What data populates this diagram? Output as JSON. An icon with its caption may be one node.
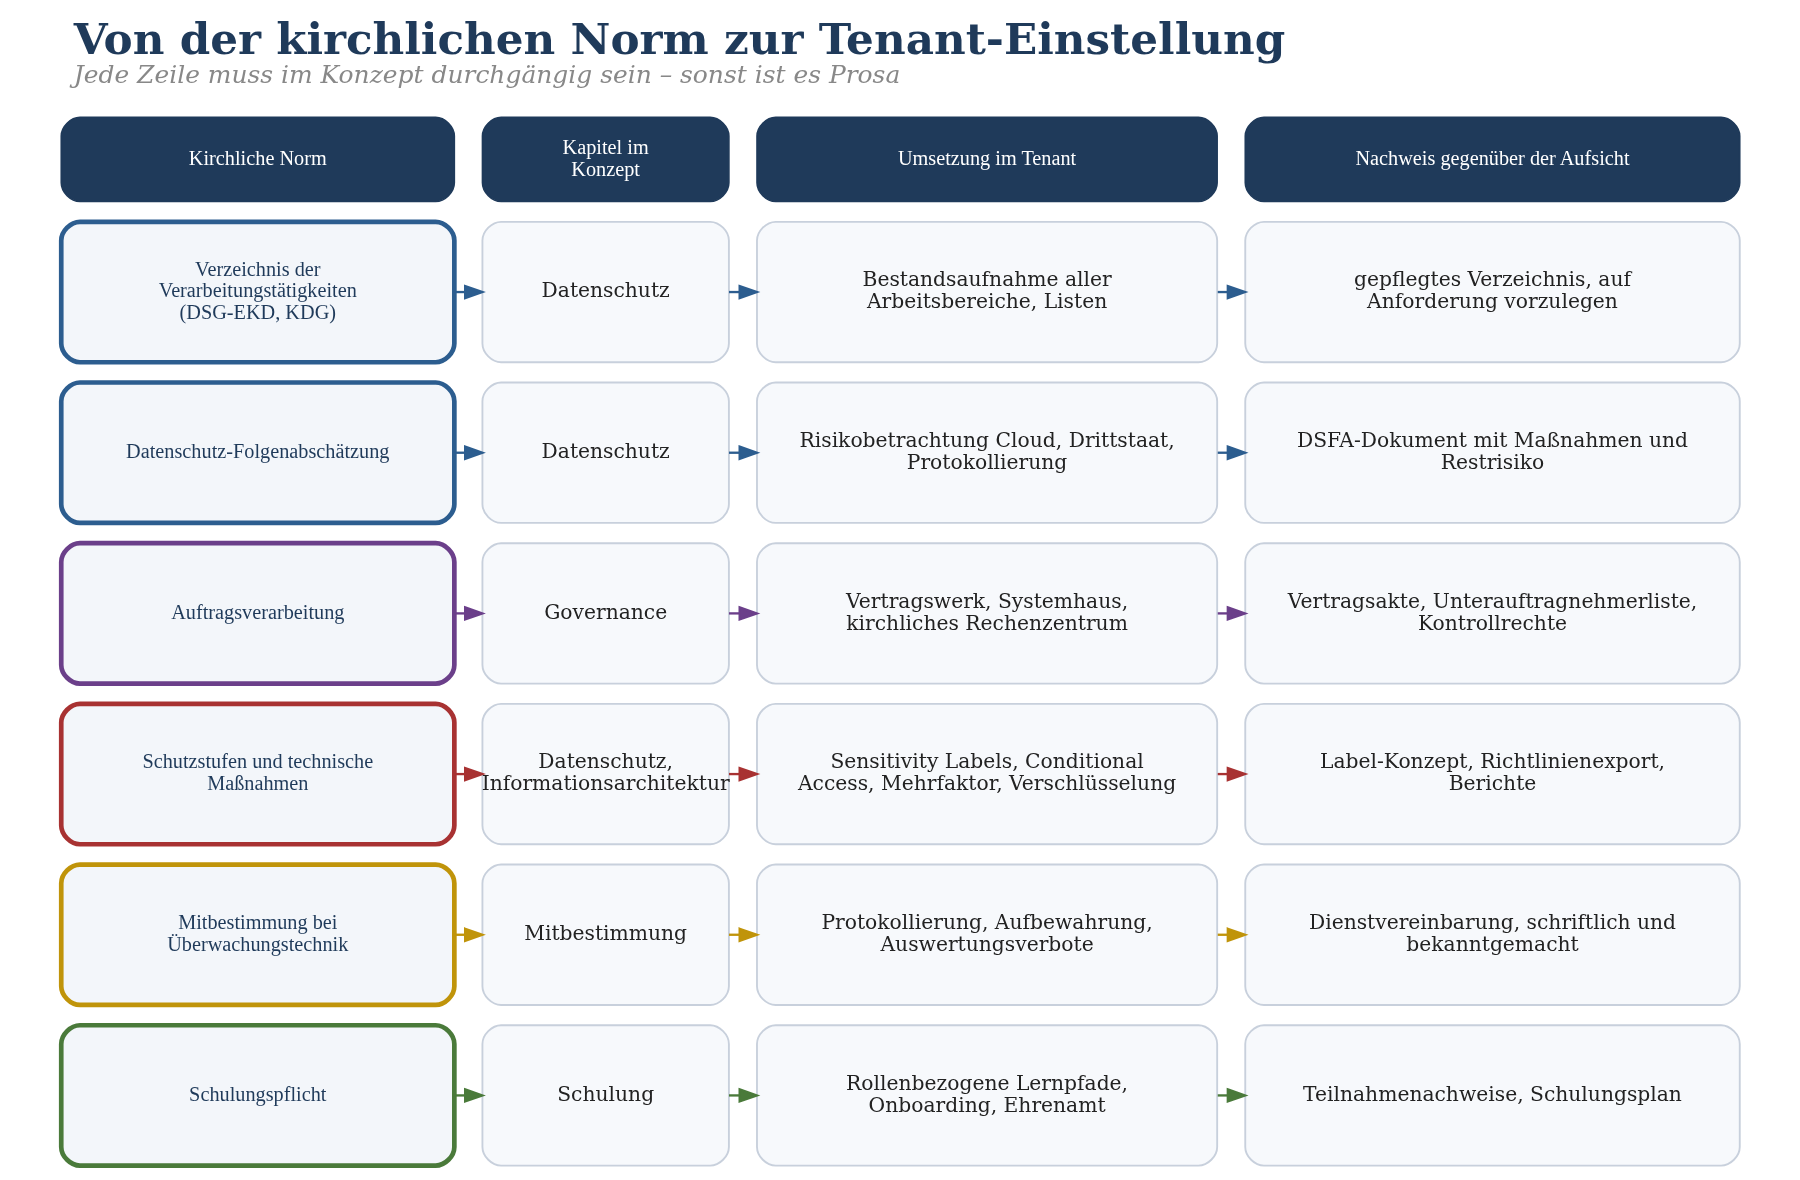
{
  "diagram": {
    "title": "Von der kirchlichen Norm zur Tenant-Einstellung",
    "caption": "Jede Zeile muss im Konzept durchgängig sein – sonst ist es Prosa",
    "nodes": [
      {
        "text": [
          "Kirchliche Norm"
        ]
      },
      {
        "text": [
          "Kapitel im Konzept"
        ]
      },
      {
        "text": [
          "Umsetzung im Tenant"
        ]
      },
      {
        "text": [
          "Nachweis gegenüber der Aufsicht"
        ]
      },
      {
        "text": [
          "Verzeichnis der Verarbeitungstätigkeiten (DSG-EKD, KDG)"
        ]
      },
      {
        "text": [
          "Datenschutz"
        ]
      },
      {
        "text": [
          "Bestandsaufnahme aller Arbeitsbereiche, Listen"
        ]
      },
      {
        "text": [
          "gepflegtes Verzeichnis, auf Anforderung vorzulegen"
        ]
      },
      {
        "text": [
          "Datenschutz-Folgenabschätzung"
        ]
      },
      {
        "text": [
          "Datenschutz"
        ]
      },
      {
        "text": [
          "Risikobetrachtung Cloud, Drittstaat, Protokollierung"
        ]
      },
      {
        "text": [
          "DSFA-Dokument mit Maßnahmen und Restrisiko"
        ]
      },
      {
        "text": [
          "Auftragsverarbeitung"
        ]
      },
      {
        "text": [
          "Governance"
        ]
      },
      {
        "text": [
          "Vertragswerk, Systemhaus, kirchliches Rechenzentrum"
        ]
      },
      {
        "text": [
          "Vertragsakte, Unterauftragnehmerliste, Kontrollrechte"
        ]
      },
      {
        "text": [
          "Schutzstufen und technische Maßnahmen"
        ]
      },
      {
        "text": [
          "Datenschutz, Informationsarchitektur"
        ]
      },
      {
        "text": [
          "Sensitivity Labels, Conditional Access, Mehrfaktor, Verschlüsselung"
        ]
      },
      {
        "text": [
          "Label-Konzept, Richtlinienexport, Berichte"
        ]
      },
      {
        "text": [
          "Mitbestimmung bei Überwachungstechnik"
        ]
      },
      {
        "text": [
          "Mitbestimmung"
        ]
      },
      {
        "text": [
          "Protokollierung, Aufbewahrung, Auswertungsverbote"
        ]
      },
      {
        "text": [
          "Dienstvereinbarung, schriftlich und bekanntgemacht"
        ]
      },
      {
        "text": [
          "Schulungspflicht"
        ]
      },
      {
        "text": [
          "Schulung"
        ]
      },
      {
        "text": [
          "Rollenbezogene Lernpfade, Onboarding, Ehrenamt"
        ]
      },
      {
        "text": [
          "Teilnahmenachweise, Schulungsplan"
        ]
      }
    ],
    "edges": [
      {
        "from": 4,
        "to": 5,
        "arrow": "to",
        "color": "#2c5d8f"
      },
      {
        "from": 5,
        "to": 6,
        "arrow": "to",
        "color": "#2c5d8f"
      },
      {
        "from": 6,
        "to": 7,
        "arrow": "to",
        "color": "#2c5d8f"
      },
      {
        "from": 8,
        "to": 9,
        "arrow": "to",
        "color": "#2c5d8f"
      },
      {
        "from": 9,
        "to": 10,
        "arrow": "to",
        "color": "#2c5d8f"
      },
      {
        "from": 10,
        "to": 11,
        "arrow": "to",
        "color": "#2c5d8f"
      },
      {
        "from": 12,
        "to": 13,
        "arrow": "to",
        "color": "#6b3f8a"
      },
      {
        "from": 13,
        "to": 14,
        "arrow": "to",
        "color": "#6b3f8a"
      },
      {
        "from": 14,
        "to": 15,
        "arrow": "to",
        "color": "#6b3f8a"
      },
      {
        "from": 16,
        "to": 17,
        "arrow": "to",
        "color": "#a83232"
      },
      {
        "from": 17,
        "to": 18,
        "arrow": "to",
        "color": "#a83232"
      },
      {
        "from": 18,
        "to": 19,
        "arrow": "to",
        "color": "#a83232"
      },
      {
        "from": 20,
        "to": 21,
        "arrow": "to",
        "color": "#c0940a"
      },
      {
        "from": 21,
        "to": 22,
        "arrow": "to",
        "color": "#c0940a"
      },
      {
        "from": 22,
        "to": 23,
        "arrow": "to",
        "color": "#c0940a"
      },
      {
        "from": 24,
        "to": 25,
        "arrow": "to",
        "color": "#4a7a3a"
      },
      {
        "from": 25,
        "to": 26,
        "arrow": "to",
        "color": "#4a7a3a"
      },
      {
        "from": 26,
        "to": 27,
        "arrow": "to",
        "color": "#4a7a3a"
      }
    ]
  }
}
